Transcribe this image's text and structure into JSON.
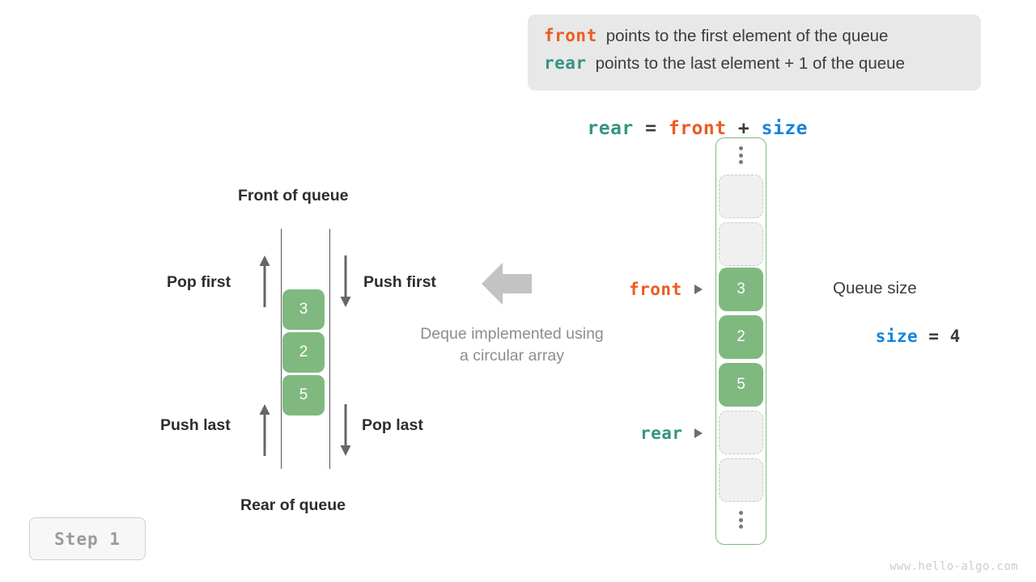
{
  "legend": {
    "rows": [
      {
        "keyword": "front",
        "keyword_color": "#ec5b20",
        "text": "points to the first element of the queue"
      },
      {
        "keyword": "rear",
        "keyword_color": "#369384",
        "text": "points to the last element + 1 of the queue"
      }
    ]
  },
  "formula": {
    "lhs": "rear",
    "eq": " = ",
    "rhs1": "front",
    "plus": " + ",
    "rhs2": "size"
  },
  "deque": {
    "top_label": "Front of queue",
    "bottom_label": "Rear of queue",
    "cells": [
      "3",
      "2",
      "5"
    ],
    "ops": {
      "pop_first": "Pop first",
      "push_first": "Push first",
      "push_last": "Push last",
      "pop_last": "Pop last"
    },
    "caption_line1": "Deque implemented using",
    "caption_line2": "a circular array"
  },
  "array": {
    "slots": [
      {
        "kind": "ellipsis",
        "value": ""
      },
      {
        "kind": "empty",
        "value": ""
      },
      {
        "kind": "empty",
        "value": ""
      },
      {
        "kind": "filled",
        "value": "3"
      },
      {
        "kind": "filled",
        "value": "2"
      },
      {
        "kind": "filled",
        "value": "5"
      },
      {
        "kind": "empty",
        "value": ""
      },
      {
        "kind": "empty",
        "value": ""
      },
      {
        "kind": "ellipsis",
        "value": ""
      }
    ],
    "pointers": {
      "front_label": "front",
      "rear_label": "rear"
    }
  },
  "queue_size": {
    "title": "Queue size",
    "var": "size",
    "eq": " = ",
    "value": "4"
  },
  "step": {
    "label": "Step 1"
  },
  "watermark": {
    "text": "www.hello-algo.com"
  },
  "colors": {
    "front": "#ec5b20",
    "rear": "#369384",
    "size": "#1684d8",
    "green": "#7fb980",
    "muted": "#8d8d8d"
  }
}
